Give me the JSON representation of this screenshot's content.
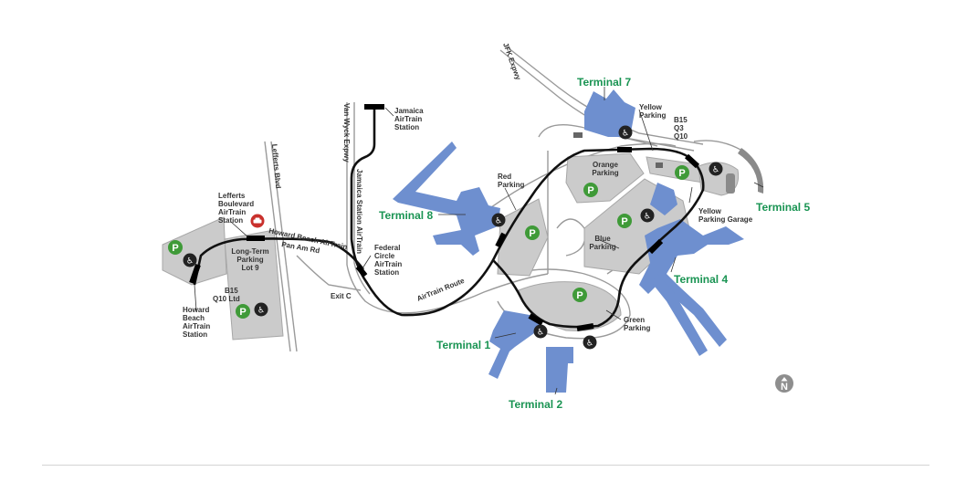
{
  "map": {
    "terminals": [
      {
        "id": "t1",
        "label": "Terminal 1"
      },
      {
        "id": "t2",
        "label": "Terminal 2"
      },
      {
        "id": "t4",
        "label": "Terminal 4"
      },
      {
        "id": "t5",
        "label": "Terminal 5"
      },
      {
        "id": "t7",
        "label": "Terminal 7"
      },
      {
        "id": "t8",
        "label": "Terminal 8"
      }
    ],
    "parking": {
      "red": [
        "Red",
        "Parking"
      ],
      "orange": [
        "Orange",
        "Parking"
      ],
      "blue": [
        "Blue",
        "Parking"
      ],
      "green": [
        "Green",
        "Parking"
      ],
      "yellow": [
        "Yellow",
        "Parking"
      ],
      "yellow_garage": [
        "Yellow",
        "Parking Garage"
      ],
      "long_term": [
        "Long-Term",
        "Parking",
        "Lot 9"
      ]
    },
    "stations": {
      "jamaica": [
        "Jamaica",
        "AirTrain",
        "Station"
      ],
      "lefferts": [
        "Lefferts",
        "Boulevard",
        "AirTrain",
        "Station"
      ],
      "federal": [
        "Federal",
        "Circle",
        "AirTrain",
        "Station"
      ],
      "howard": [
        "Howard",
        "Beach",
        "AirTrain",
        "Station"
      ]
    },
    "roads": {
      "jfk_expwy": "JFK Expwy",
      "van_wyck": "Van Wyck Expwy",
      "lefferts_blvd": "Lefferts Blvd",
      "pan_am": "Pan Am Rd",
      "exit_c": "Exit C"
    },
    "lines": {
      "jamaica_station_airtrain": "Jamaica Station AirTrain",
      "howard_beach_airtrain": "Howard Beach AirTrain",
      "airtrain_route": "AirTrain Route"
    },
    "buses": {
      "yellow_area": [
        "B15",
        "Q3",
        "Q10"
      ],
      "lot9": [
        "B15",
        "Q10 Ltd"
      ]
    },
    "symbols": {
      "parking_letter": "P",
      "north_letter": "N",
      "accessible_glyph": "♿",
      "taxi_glyph": "🚕"
    }
  },
  "colors": {
    "terminal": "#6e8fcf",
    "terminal_label": "#1a9453",
    "parking_badge": "#3f9a38",
    "lot": "#cbcbcb",
    "airtrain": "#111111"
  }
}
